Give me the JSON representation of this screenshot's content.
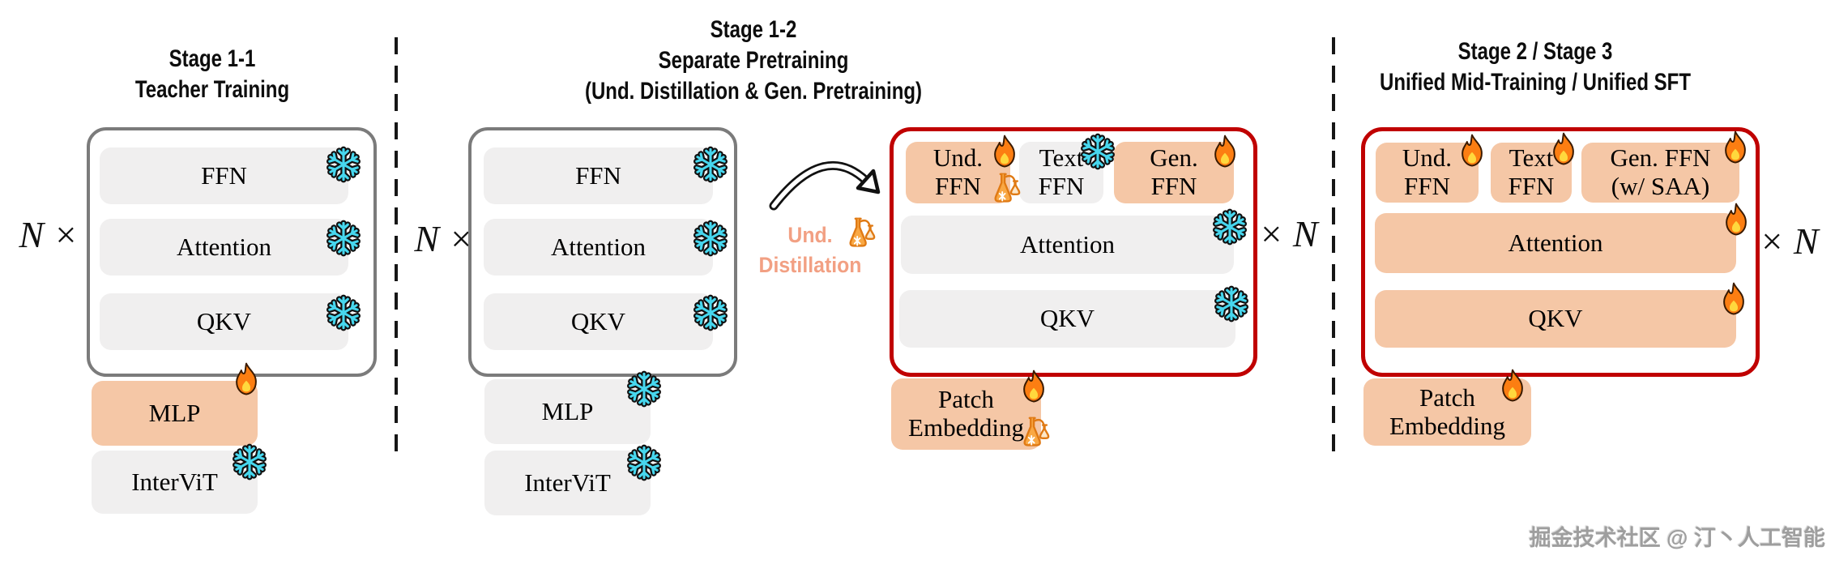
{
  "colors": {
    "trainable_block": "#F5C7A6",
    "frozen_block": "#F0EFEF",
    "teacher_box_border": "#7B7B7B",
    "student_box_border": "#C00000",
    "distill_label_text": "#F2A083",
    "snowflake": "#47D7EE",
    "flame": "#FC7E12"
  },
  "icons": {
    "frozen": "snowflake",
    "trainable": "fire",
    "distillation": "alembic"
  },
  "stage11": {
    "title": [
      "Stage 1-1",
      "Teacher Training"
    ],
    "multiplier": "N ×",
    "blocks": [
      {
        "label": "FFN",
        "state": "frozen"
      },
      {
        "label": "Attention",
        "state": "frozen"
      },
      {
        "label": "QKV",
        "state": "frozen"
      }
    ],
    "mlp": {
      "label": "MLP",
      "state": "trainable"
    },
    "intervit": {
      "label": "InterViT",
      "state": "frozen"
    }
  },
  "stage12": {
    "title": [
      "Stage 1-2",
      "Separate Pretraining",
      "(Und. Distillation & Gen. Pretraining)"
    ],
    "multiplier": "N ×",
    "teacher": {
      "blocks": [
        {
          "label": "FFN",
          "state": "frozen"
        },
        {
          "label": "Attention",
          "state": "frozen"
        },
        {
          "label": "QKV",
          "state": "frozen"
        }
      ],
      "mlp": {
        "label": "MLP",
        "state": "frozen"
      },
      "intervit": {
        "label": "InterViT",
        "state": "frozen"
      }
    },
    "distill_label": {
      "line1": "Und.",
      "line2": "Distillation"
    },
    "student": {
      "multiplier": "× N",
      "ffn_row": [
        {
          "label": "Und.\nFFN",
          "state": "trainable, distilled"
        },
        {
          "label": "Text\nFFN",
          "state": "frozen"
        },
        {
          "label": "Gen.\nFFN",
          "state": "trainable"
        }
      ],
      "attention": {
        "label": "Attention",
        "state": "frozen"
      },
      "qkv": {
        "label": "QKV",
        "state": "frozen"
      },
      "patch_embedding": {
        "label": "Patch\nEmbedding",
        "state": "trainable, distilled"
      }
    }
  },
  "stage23": {
    "title": [
      "Stage 2  /  Stage 3",
      "Unified Mid-Training  /  Unified SFT"
    ],
    "multiplier": "× N",
    "ffn_row": [
      {
        "label": "Und.\nFFN",
        "state": "trainable"
      },
      {
        "label": "Text\nFFN",
        "state": "trainable"
      },
      {
        "label": "Gen. FFN\n(w/ SAA)",
        "state": "trainable"
      }
    ],
    "attention": {
      "label": "Attention",
      "state": "trainable"
    },
    "qkv": {
      "label": "QKV",
      "state": "trainable"
    },
    "patch_embedding": {
      "label": "Patch\nEmbedding",
      "state": "trainable"
    }
  },
  "watermark": "掘金技术社区 @ 汀丶人工智能"
}
